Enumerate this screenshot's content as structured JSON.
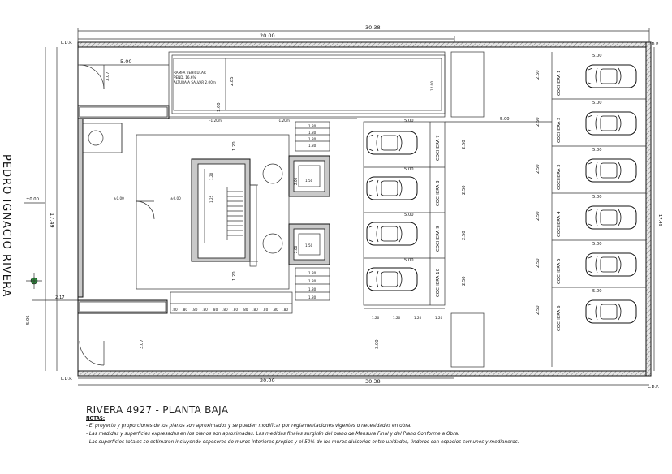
{
  "title": "RIVERA 4927  - PLANTA BAJA",
  "street_name": "PEDRO IGNACIO RIVERA",
  "notes": {
    "heading": "NOTAS:",
    "lines": [
      "-  El proyecto y proporciones de los planos son aproximados y se pueden modificar por reglamentaciones vigentes o necesidades en obra.",
      "-  Las medidas y superficies expresadas en los planos son aproximadas. Las medidas finales surgirán del plano de Mensura Final y del Plano Conforme a Obra.",
      "-  Las superficies totales se estimaron incluyendo espesores de muros interiores propios y el 50% de los muros divisorios entre unidades, linderos con espacios comunes y medianeros."
    ]
  },
  "plan_labels": {
    "ldp": "L.D.P.",
    "total_width": "30.38",
    "inner_width": "20.00",
    "depth_right": "17.49",
    "depth_left": "17.49",
    "ramp_text_1": "RAMPA VEHICULAR",
    "ramp_text_2": "PEND. 16.6%",
    "ramp_text_3": "ALTURA A SALVAR 2.00m",
    "ramp_len": "12.00",
    "level_zero": "±0.00",
    "level_neg": "-1.20m",
    "garage_prefix": "COCHERA",
    "garage_right": [
      "1",
      "2",
      "3",
      "4",
      "5",
      "6"
    ],
    "garage_center": [
      "7",
      "8",
      "9",
      "10"
    ],
    "dims": {
      "d500": "5.00",
      "d250": "2.50",
      "d307": "3.07",
      "d300": "3.00",
      "d285": "2.85",
      "d160": "1.60",
      "d120": "1.20",
      "d180": "1.80",
      "d080": ".80",
      "d060": ".60",
      "d217": "2.17",
      "d506": "5.06",
      "d200": "2.00",
      "d150": "1.50",
      "d125": "1.25"
    }
  }
}
